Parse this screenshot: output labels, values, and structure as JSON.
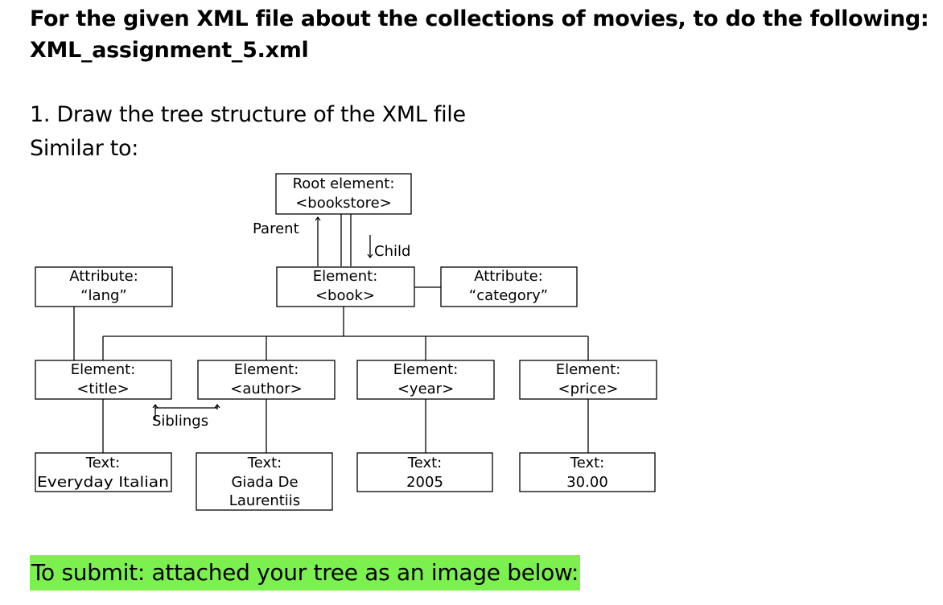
{
  "header": {
    "title": "For the given XML file about the collections of movies, to do the following:",
    "filename": "XML_assignment_5.xml"
  },
  "task": {
    "step1": "1. Draw the tree structure of the XML file",
    "similar": "Similar to:"
  },
  "diagram": {
    "nodes": {
      "root": [
        "Root element:",
        "<bookstore>"
      ],
      "book": [
        "Element:",
        "<book>"
      ],
      "attr_lang": [
        "Attribute:",
        "“lang”"
      ],
      "attr_category": [
        "Attribute:",
        "“category”"
      ],
      "title": [
        "Element:",
        "<title>"
      ],
      "author": [
        "Element:",
        "<author>"
      ],
      "year": [
        "Element:",
        "<year>"
      ],
      "price": [
        "Element:",
        "<price>"
      ],
      "text_title": [
        "Text:",
        "Everyday Italian"
      ],
      "text_author": [
        "Text:",
        "Giada De",
        "Laurentiis"
      ],
      "text_year": [
        "Text:",
        "2005"
      ],
      "text_price": [
        "Text:",
        "30.00"
      ]
    },
    "labels": {
      "parent": "Parent",
      "child": "Child",
      "siblings": "Siblings"
    }
  },
  "footer": {
    "submit": "To submit: attached your tree as an image below:",
    "highlight_color": "#7cf04f"
  }
}
